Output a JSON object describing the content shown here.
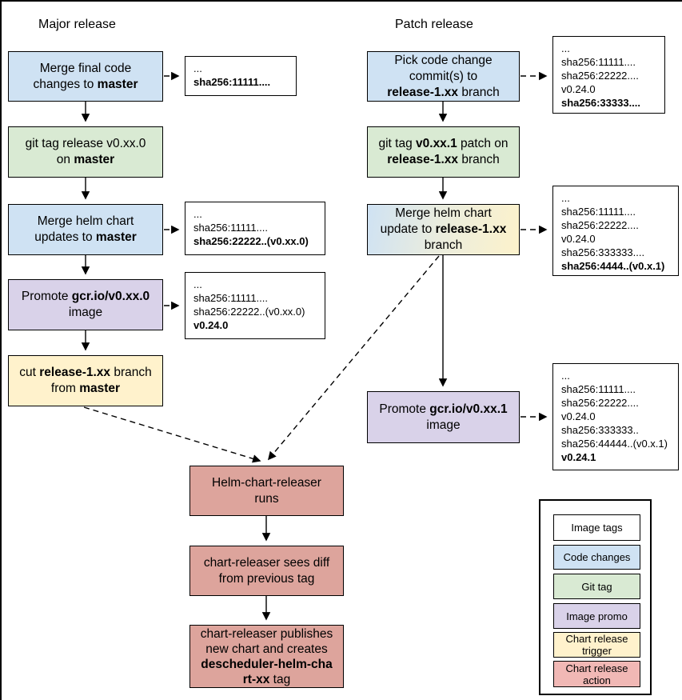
{
  "colors": {
    "code_changes": "#cfe2f3",
    "git_tag": "#d9ead3",
    "image_promo": "#d9d2e9",
    "chart_trigger": "#fff2cc",
    "chart_action": "#dda49c",
    "chart_action_legend": "#f1b8b5",
    "image_tags": "#ffffff",
    "merge_gradient": "linear-gradient(100deg, #cfe2f3 0%, #e9ecdf 45%, #fdf2cb 100%)"
  },
  "diagram": {
    "major": {
      "title": "Major release",
      "nodes": [
        {
          "lines": [
            [
              {
                "t": "Merge final code"
              }
            ],
            [
              {
                "t": "changes to "
              },
              {
                "t": "master",
                "b": true
              }
            ]
          ]
        },
        {
          "lines": [
            [
              {
                "t": "git tag release v0.xx.0"
              }
            ],
            [
              {
                "t": "on "
              },
              {
                "t": "master",
                "b": true
              }
            ]
          ]
        },
        {
          "lines": [
            [
              {
                "t": "Merge helm chart"
              }
            ],
            [
              {
                "t": "updates to "
              },
              {
                "t": "master",
                "b": true
              }
            ]
          ]
        },
        {
          "lines": [
            [
              {
                "t": "Promote "
              },
              {
                "t": "gcr.io/v0.xx.0",
                "b": true
              }
            ],
            [
              {
                "t": "image"
              }
            ]
          ]
        },
        {
          "lines": [
            [
              {
                "t": "cut "
              },
              {
                "t": "release-1.xx",
                "b": true
              },
              {
                "t": " branch"
              }
            ],
            [
              {
                "t": "from "
              },
              {
                "t": "master",
                "b": true
              }
            ]
          ]
        }
      ],
      "annotations": [
        {
          "lines": [
            [
              {
                "t": "..."
              }
            ],
            [
              {
                "t": "sha256:11111....",
                "b": true
              }
            ]
          ]
        },
        {
          "lines": [
            [
              {
                "t": "..."
              }
            ],
            [
              {
                "t": "sha256:11111...."
              }
            ],
            [
              {
                "t": "sha256:22222..(v0.xx.0)",
                "b": true
              }
            ]
          ]
        },
        {
          "lines": [
            [
              {
                "t": "..."
              }
            ],
            [
              {
                "t": "sha256:11111...."
              }
            ],
            [
              {
                "t": "sha256:22222..(v0.xx.0)"
              }
            ],
            [
              {
                "t": "v0.24.0",
                "b": true
              }
            ]
          ]
        }
      ]
    },
    "patch": {
      "title": "Patch release",
      "nodes": [
        {
          "lines": [
            [
              {
                "t": "Pick code change"
              }
            ],
            [
              {
                "t": "commit(s) to"
              }
            ],
            [
              {
                "t": "release-1.xx",
                "b": true
              },
              {
                "t": " branch"
              }
            ]
          ]
        },
        {
          "lines": [
            [
              {
                "t": "git tag "
              },
              {
                "t": "v0.xx.1",
                "b": true
              },
              {
                "t": " patch on"
              }
            ],
            [
              {
                "t": "release-1.xx",
                "b": true
              },
              {
                "t": " branch"
              }
            ]
          ]
        },
        {
          "lines": [
            [
              {
                "t": "Merge helm chart"
              }
            ],
            [
              {
                "t": "update to "
              },
              {
                "t": "release-1.xx",
                "b": true
              }
            ],
            [
              {
                "t": "branch"
              }
            ]
          ]
        },
        {
          "lines": [
            [
              {
                "t": "Promote "
              },
              {
                "t": "gcr.io/v0.xx.1",
                "b": true
              }
            ],
            [
              {
                "t": "image"
              }
            ]
          ]
        }
      ],
      "annotations": [
        {
          "lines": [
            [
              {
                "t": "..."
              }
            ],
            [
              {
                "t": "sha256:11111...."
              }
            ],
            [
              {
                "t": "sha256:22222...."
              }
            ],
            [
              {
                "t": "v0.24.0"
              }
            ],
            [
              {
                "t": "sha256:33333....",
                "b": true
              }
            ]
          ]
        },
        {
          "lines": [
            [
              {
                "t": "..."
              }
            ],
            [
              {
                "t": "sha256:11111...."
              }
            ],
            [
              {
                "t": "sha256:22222...."
              }
            ],
            [
              {
                "t": "v0.24.0"
              }
            ],
            [
              {
                "t": "sha256:333333...."
              }
            ],
            [
              {
                "t": "sha256:4444..(v0.x.1)",
                "b": true
              }
            ]
          ]
        },
        {
          "lines": [
            [
              {
                "t": "..."
              }
            ],
            [
              {
                "t": "sha256:11111...."
              }
            ],
            [
              {
                "t": "sha256:22222...."
              }
            ],
            [
              {
                "t": "v0.24.0"
              }
            ],
            [
              {
                "t": "sha256:333333.."
              }
            ],
            [
              {
                "t": "sha256:44444..(v0.x.1)"
              }
            ],
            [
              {
                "t": "v0.24.1",
                "b": true
              }
            ]
          ]
        }
      ]
    },
    "chart_flow": {
      "nodes": [
        {
          "lines": [
            [
              {
                "t": "Helm-chart-releaser"
              }
            ],
            [
              {
                "t": "runs"
              }
            ]
          ]
        },
        {
          "lines": [
            [
              {
                "t": "chart-releaser sees diff"
              }
            ],
            [
              {
                "t": "from previous tag"
              }
            ]
          ]
        },
        {
          "lines": [
            [
              {
                "t": "chart-releaser publishes"
              }
            ],
            [
              {
                "t": "new chart and creates"
              }
            ],
            [
              {
                "t": "descheduler-helm-cha",
                "b": true
              }
            ],
            [
              {
                "t": "rt-xx",
                "b": true
              },
              {
                "t": " tag"
              }
            ]
          ]
        }
      ]
    },
    "legend": {
      "items": [
        {
          "lines": [
            [
              {
                "t": "Image tags"
              }
            ]
          ]
        },
        {
          "lines": [
            [
              {
                "t": "Code changes"
              }
            ]
          ]
        },
        {
          "lines": [
            [
              {
                "t": "Git tag"
              }
            ]
          ]
        },
        {
          "lines": [
            [
              {
                "t": "Image promo"
              }
            ]
          ]
        },
        {
          "lines": [
            [
              {
                "t": "Chart release"
              }
            ],
            [
              {
                "t": "trigger"
              }
            ]
          ]
        },
        {
          "lines": [
            [
              {
                "t": "Chart release"
              }
            ],
            [
              {
                "t": "action"
              }
            ]
          ]
        }
      ]
    }
  }
}
